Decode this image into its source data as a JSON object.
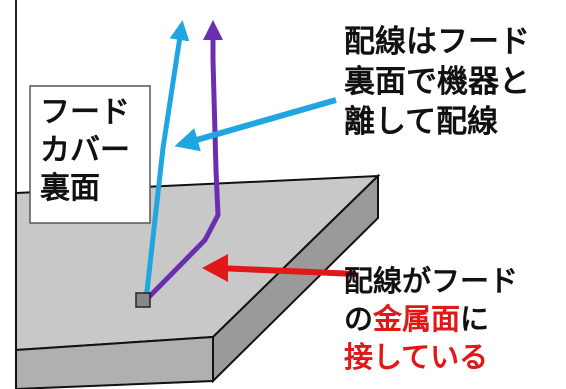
{
  "hood_cover_label": [
    "フード",
    "カバー",
    "裏面"
  ],
  "callout_top": [
    "配線はフード",
    "裏面で機器と",
    "離して配線"
  ],
  "callout_bottom": {
    "line1": "配線がフード",
    "line2_prefix": "の",
    "line2_highlight": "金属面",
    "line2_suffix": "に",
    "line3_highlight": "接している"
  },
  "colors": {
    "wire_blue": "#1fa6e0",
    "wire_purple": "#6a2fb0",
    "arrow_blue": "#1fa6e0",
    "arrow_red": "#e01818",
    "plate_top": "#c8c8c8",
    "plate_side": "#9a9a9a",
    "highlight_text": "#e01818"
  },
  "icons": {
    "blue_wire": "up-arrow-line",
    "purple_wire": "up-arrow-line",
    "blue_pointer": "left-arrow",
    "red_pointer": "left-arrow",
    "terminal": "square-terminal"
  }
}
